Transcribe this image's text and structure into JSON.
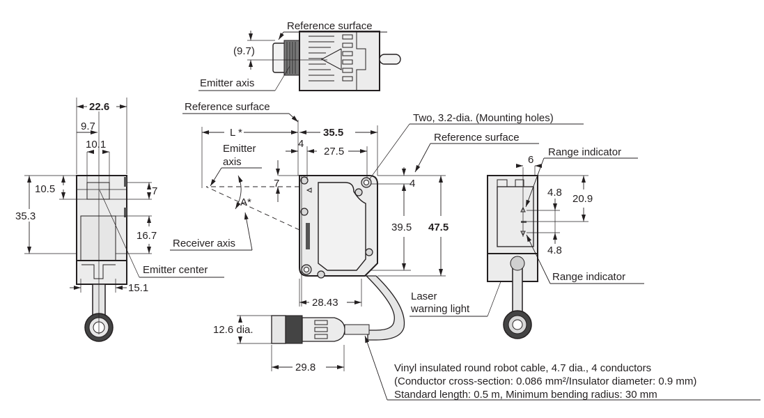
{
  "diagram": {
    "type": "dimensional drawing",
    "units": "mm",
    "top_view": {
      "labels": {
        "reference_surface": "Reference surface",
        "emitter_axis": "Emitter axis"
      },
      "dims": {
        "emitter_offset": "(9.7)"
      }
    },
    "left_view": {
      "dims": {
        "width": "22.6",
        "emitter_from_edge": "9.7",
        "window_width": "10.1",
        "top_to_emitter": "10.5",
        "height": "35.3",
        "window_height": "7",
        "lower_section": "16.7",
        "cable_width": "15.1"
      },
      "labels": {
        "emitter_center": "Emitter center"
      }
    },
    "front_view": {
      "labels": {
        "reference_surface": "Reference surface",
        "emitter_axis": "Emitter\naxis",
        "emitter_axis_line1": "Emitter",
        "emitter_axis_line2": "axis",
        "receiver_axis": "Receiver axis",
        "mounting_holes": "Two, 3.2-dia. (Mounting holes)",
        "reference_surface_right": "Reference surface",
        "laser_warning_line1": "Laser",
        "laser_warning_line2": "warning light",
        "angle": "A*"
      },
      "dims": {
        "distance_L": "L *",
        "width": "35.5",
        "hole_offset_left": "4",
        "hole_spacing_x": "27.5",
        "emitter_from_top": "7",
        "hole_offset_top": "4",
        "hole_spacing_y": "39.5",
        "height": "47.5",
        "cable_exit": "28.43"
      }
    },
    "connector": {
      "dims": {
        "diameter": "12.6 dia.",
        "length": "29.8"
      }
    },
    "right_view": {
      "labels": {
        "range_indicator_top": "Range indicator",
        "range_indicator_bottom": "Range indicator"
      },
      "dims": {
        "indicator_offset": "6",
        "upper_spacing": "4.8",
        "indicator_height": "20.9",
        "lower_spacing": "4.8"
      }
    },
    "cable_note": {
      "line1": "Vinyl insulated round robot cable, 4.7 dia., 4 conductors",
      "line2": "(Conductor cross-section: 0.086 mm²/Insulator diameter: 0.9 mm)",
      "line3": "Standard length: 0.5 m, Minimum bending radius: 30 mm"
    }
  }
}
